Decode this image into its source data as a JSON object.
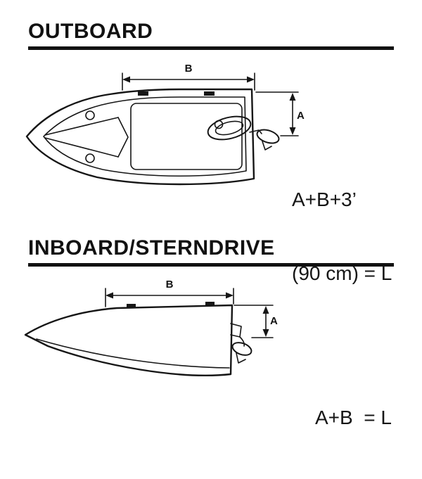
{
  "page": {
    "background": "#ffffff",
    "ink_color": "#161616"
  },
  "sections": {
    "outboard": {
      "title": "OUTBOARD",
      "dimensions": {
        "a": "A",
        "b": "B"
      },
      "formula_line1": "A+B+3’",
      "formula_line2": "(90 cm) = L"
    },
    "inboard": {
      "title": "INBOARD/STERNDRIVE",
      "dimensions": {
        "a": "A",
        "b": "B"
      },
      "formula": "A+B  = L"
    }
  }
}
